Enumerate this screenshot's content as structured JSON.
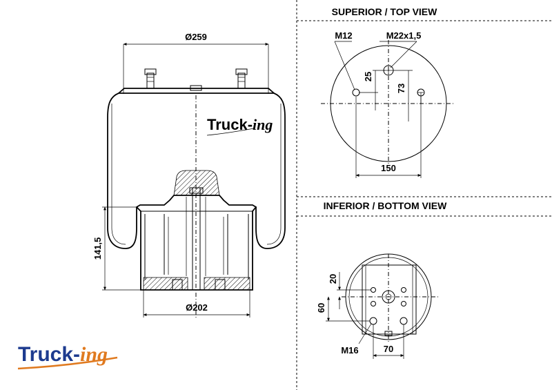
{
  "side_view": {
    "top_diameter": "Ø259",
    "bottom_diameter": "Ø202",
    "height": "141,5",
    "body_brand": {
      "main": "Truck-",
      "accent": "ing"
    }
  },
  "top_view": {
    "heading": "SUPERIOR / TOP VIEW",
    "thread_small": "M12",
    "thread_large": "M22x1,5",
    "offset_small": "25",
    "offset_large": "73",
    "spacing": "150"
  },
  "bottom_view": {
    "heading": "INFERIOR / BOTTOM VIEW",
    "offset_top": "20",
    "offset_side": "60",
    "thread": "M16",
    "spacing": "70"
  },
  "logo": {
    "main": "Truck-",
    "accent": "ing",
    "main_color": "#1d3b8f",
    "accent_color": "#e07a1f"
  }
}
